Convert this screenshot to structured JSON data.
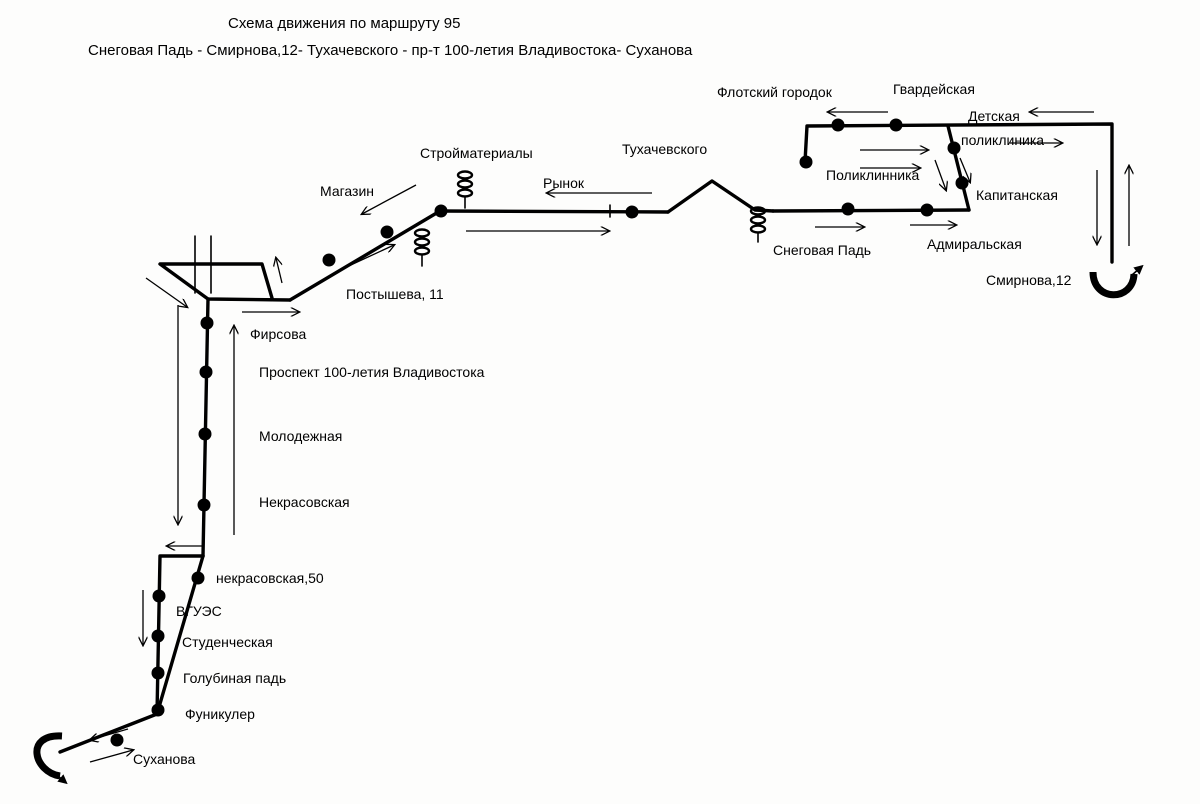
{
  "header": {
    "title": "Схема движения по маршруту 95",
    "route": "Снеговая Падь - Смирнова,12- Тухачевского - пр-т 100-летия Владивостока- Суханова"
  },
  "stops": {
    "flotsky": "Флотский городок",
    "gvardeiskaya": "Гвардейская",
    "detskaya": "Детская",
    "poliklinika_top": "поликлиника",
    "poliklinnika": "Поликлинника",
    "kapitanskaya": "Капитанская",
    "admiralskaya": "Адмиральская",
    "snegovaya": "Снеговая Падь",
    "smirnova": "Смирнова,12",
    "tukhachevskogo": "Тухачевского",
    "rynok": "Рынок",
    "stroimaterialy": "Стройматериалы",
    "magazin": "Магазин",
    "postysheva": "Постышева, 11",
    "firsova": "Фирсова",
    "prospekt": "Проспект 100-летия Владивостока",
    "molodezhnaya": "Молодежная",
    "nekrasovskaya": "Некрасовская",
    "nekrasovskaya50": "некрасовская,50",
    "vguees": "ВГУЭС",
    "studencheskaya": "Студенческая",
    "golubinaya": "Голубиная падь",
    "funikuler": "Фуникулер",
    "sukhanova": "Суханова"
  },
  "colors": {
    "ink": "#000000",
    "paper": "#fdfdfc"
  }
}
